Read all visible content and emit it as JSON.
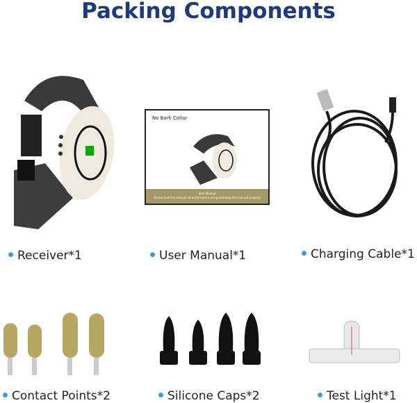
{
  "title": "Packing Components",
  "items": [
    {
      "label": "Receiver*1"
    },
    {
      "label": "User Manual*1"
    },
    {
      "label": "Charging Cable*1"
    },
    {
      "label": "Contact Points*2"
    },
    {
      "label": "Silicone Caps*2"
    },
    {
      "label": "Test Light*1"
    }
  ],
  "manual": {
    "heading": "No Bark Collar",
    "band_title": "User Manual",
    "band_text": "Please read the manual carefully before using and  keep the manual properly"
  },
  "colors": {
    "title": "#1f3a7a",
    "bullet": "#3b9de0",
    "band": "#a49a68"
  }
}
